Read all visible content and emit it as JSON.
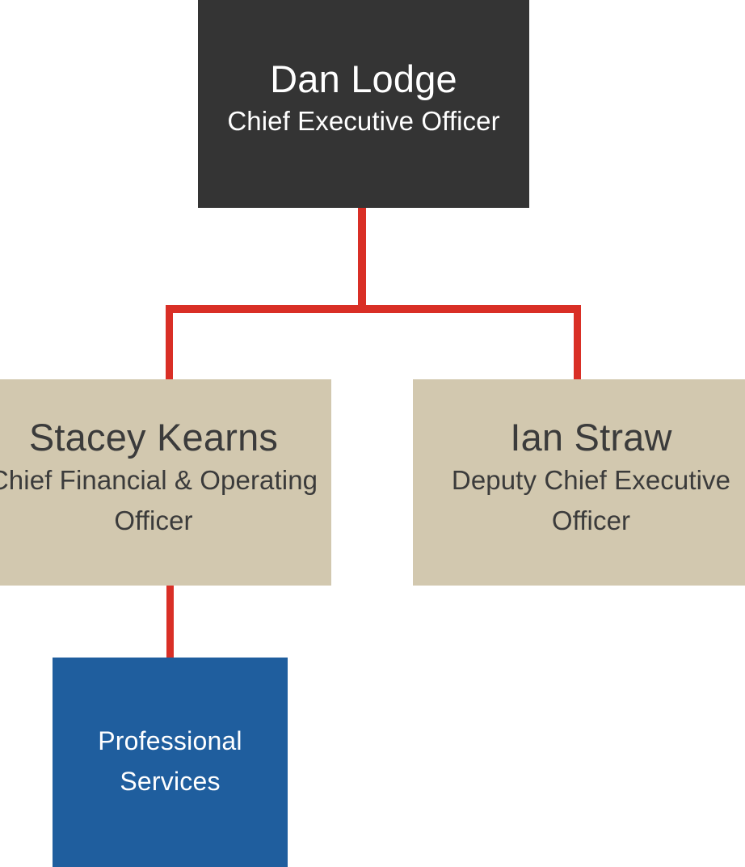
{
  "chart": {
    "type": "org-chart",
    "background_color": "#ffffff",
    "connector_color": "#d92f26",
    "levels": 3
  },
  "nodes": {
    "ceo": {
      "name": "Dan Lodge",
      "title": "Chief Executive Officer",
      "box_color": "#343434",
      "text_color": "#ffffff",
      "level": 1
    },
    "cfo": {
      "name": "Stacey Kearns",
      "title": "Chief Financial & Operating Officer",
      "box_color": "#d2c8af",
      "text_color": "#3b3b3b",
      "level": 2
    },
    "dceo": {
      "name": "Ian Straw",
      "title": "Deputy Chief Executive Officer",
      "box_color": "#d2c8af",
      "text_color": "#3b3b3b",
      "level": 2
    },
    "professional_services": {
      "name": "Professional Services",
      "title": "",
      "box_color": "#1f5e9e",
      "text_color": "#ffffff",
      "level": 3
    }
  },
  "edges": [
    {
      "from": "ceo",
      "to": "cfo"
    },
    {
      "from": "ceo",
      "to": "dceo"
    },
    {
      "from": "cfo",
      "to": "professional_services"
    }
  ]
}
